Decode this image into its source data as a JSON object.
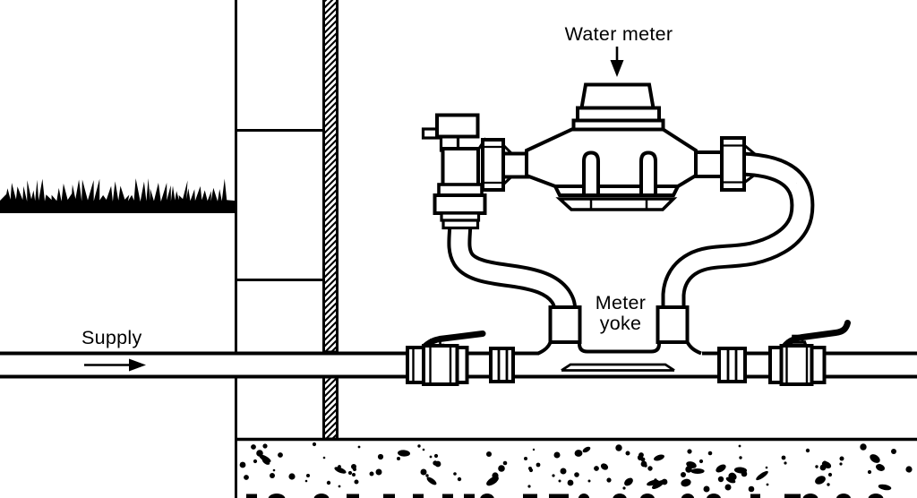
{
  "colors": {
    "ink": "#000000",
    "background": "#ffffff"
  },
  "labels": {
    "water_meter": "Water meter",
    "supply": "Supply",
    "meter_yoke_line1": "Meter",
    "meter_yoke_line2": "yoke"
  }
}
